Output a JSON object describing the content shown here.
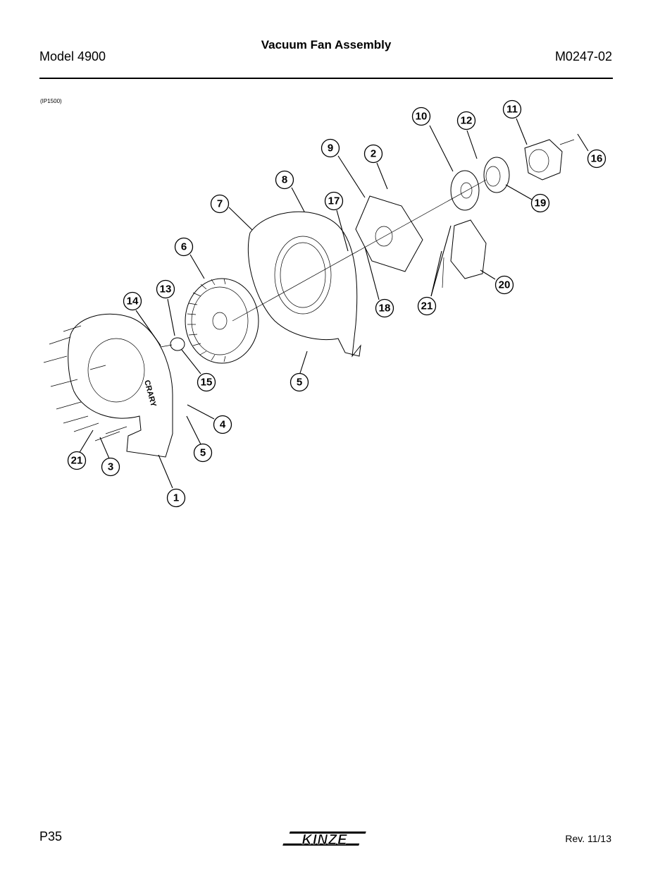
{
  "header": {
    "model": "Model 4900",
    "title": "Vacuum Fan Assembly",
    "doc_number": "M0247-02"
  },
  "figure": {
    "ref": "(IP1500)",
    "housing_stencil": "CRARY",
    "callouts": [
      "10",
      "12",
      "11",
      "9",
      "2",
      "16",
      "8",
      "17",
      "19",
      "7",
      "6",
      "13",
      "14",
      "18",
      "21",
      "20",
      "15",
      "5",
      "4",
      "5",
      "21",
      "3",
      "1"
    ]
  },
  "footer": {
    "page": "P35",
    "logo": "KINZE",
    "revision": "Rev. 11/13"
  }
}
